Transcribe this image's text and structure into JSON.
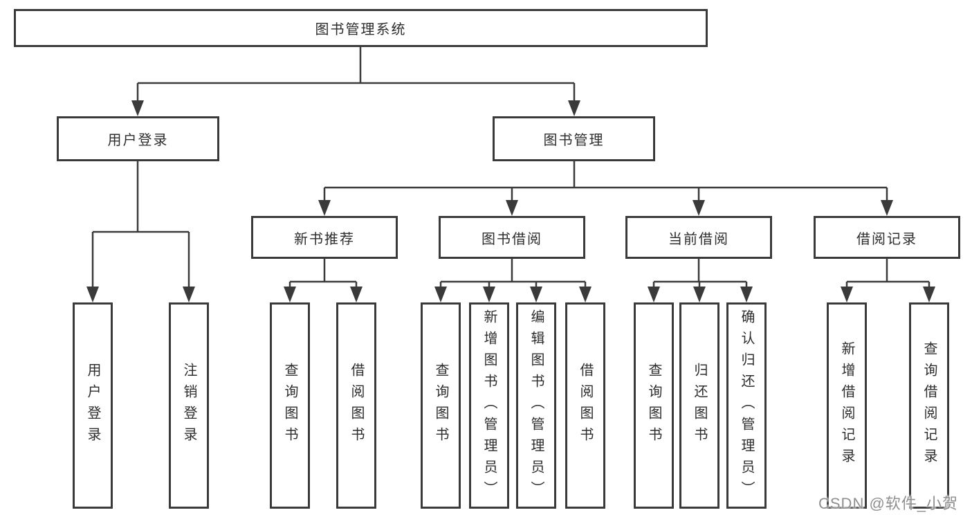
{
  "tree": {
    "label": "图书管理系统",
    "children": [
      {
        "label": "用户登录",
        "children": [
          {
            "label": "用户登录"
          },
          {
            "label": "注销登录"
          }
        ]
      },
      {
        "label": "图书管理",
        "children": [
          {
            "label": "新书推荐",
            "children": [
              {
                "label": "查询图书"
              },
              {
                "label": "借阅图书"
              }
            ]
          },
          {
            "label": "图书借阅",
            "children": [
              {
                "label": "查询图书"
              },
              {
                "label": "新增图书（管理员）"
              },
              {
                "label": "编辑图书（管理员）"
              },
              {
                "label": "借阅图书"
              }
            ]
          },
          {
            "label": "当前借阅",
            "children": [
              {
                "label": "查询图书"
              },
              {
                "label": "归还图书"
              },
              {
                "label": "确认归还（管理员）"
              }
            ]
          },
          {
            "label": "借阅记录",
            "children": [
              {
                "label": "新增借阅记录"
              },
              {
                "label": "查询借阅记录"
              }
            ]
          }
        ]
      }
    ]
  },
  "watermark": {
    "text": "CSDN @软件_小贺同学"
  },
  "colors": {
    "line": "#3a3a3a",
    "text": "#2d2d2d",
    "background": "#ffffff",
    "watermark": "#8f8f8f"
  }
}
